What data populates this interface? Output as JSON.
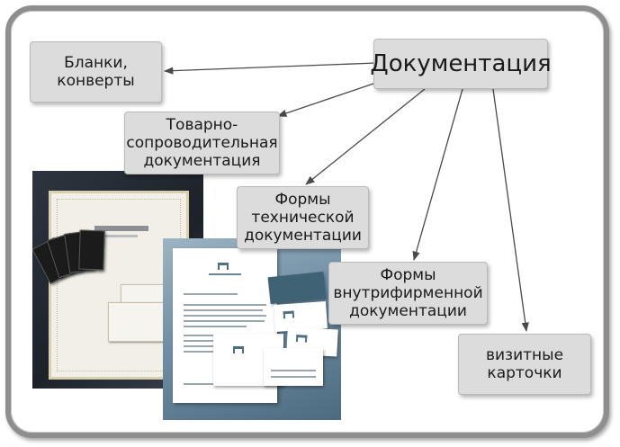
{
  "diagram": {
    "root": {
      "lines": [
        "Документация"
      ]
    },
    "children": [
      {
        "id": "blanks",
        "lines": [
          "Бланки,",
          "конверты"
        ]
      },
      {
        "id": "goods",
        "lines": [
          "Товарно-",
          "сопроводительная",
          "документация"
        ]
      },
      {
        "id": "tech",
        "lines": [
          "Формы",
          "технической",
          "документации"
        ]
      },
      {
        "id": "internal",
        "lines": [
          "Формы",
          "внутрифирменной",
          "документации"
        ]
      },
      {
        "id": "cards",
        "lines": [
          "визитные",
          "карточки"
        ]
      }
    ],
    "colors": {
      "node_fill": "#dcdcdc",
      "node_border": "#b9b9b9",
      "arrow": "#4a4a4a",
      "frame": "#8e8e8e"
    }
  }
}
